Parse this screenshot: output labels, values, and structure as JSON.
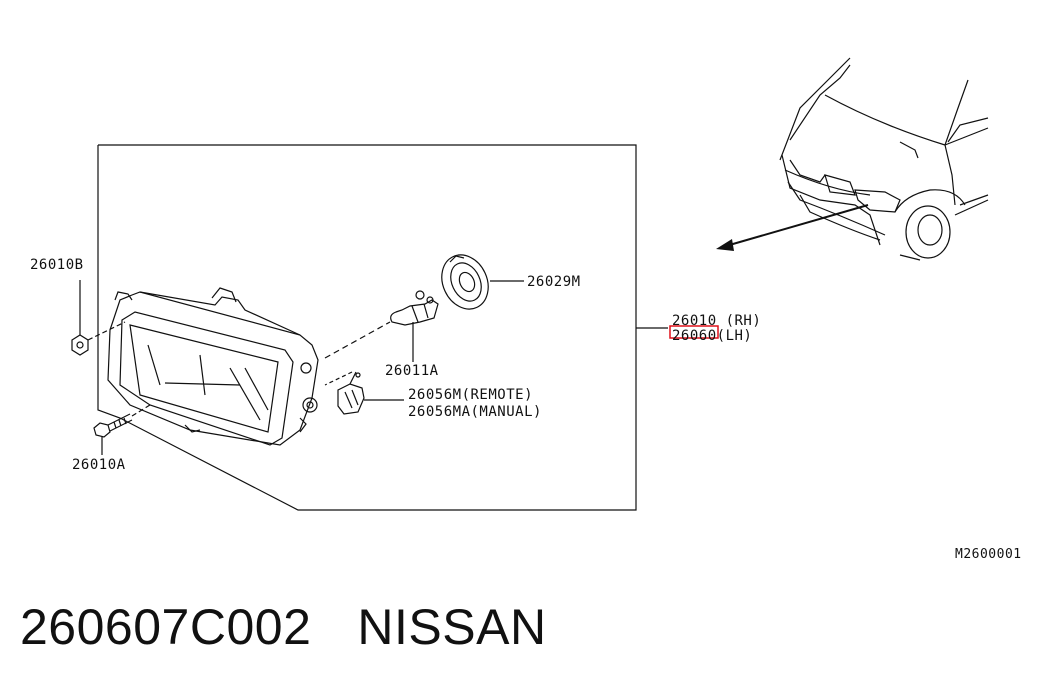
{
  "labels": {
    "p26010B": "26010B",
    "p26010A": "26010A",
    "p26011A": "26011A",
    "p26029M": "26029M",
    "p26056M": "26056M(REMOTE)",
    "p26056MA": "26056MA(MANUAL)",
    "p26010": "26010 (RH)",
    "p26060": "26060(LH)",
    "ref": "M2600001"
  },
  "caption": {
    "part_number": "260607C002",
    "brand": "NISSAN"
  },
  "colors": {
    "line": "#111111",
    "highlight": "#e0101a",
    "background": "#ffffff"
  }
}
